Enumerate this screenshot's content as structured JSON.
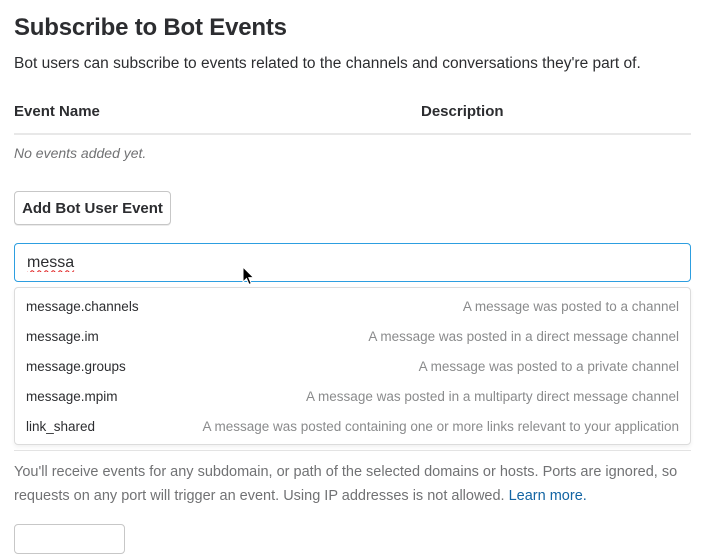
{
  "section": {
    "title": "Subscribe to Bot Events",
    "subtitle": "Bot users can subscribe to events related to the channels and conversations they're part of."
  },
  "events_table": {
    "columns": [
      "Event Name",
      "Description"
    ],
    "empty_message": "No events added yet."
  },
  "add_button_label": "Add Bot User Event",
  "search": {
    "value": "messa",
    "placeholder": ""
  },
  "dropdown": {
    "options": [
      {
        "name": "message.channels",
        "description": "A message was posted to a channel"
      },
      {
        "name": "message.im",
        "description": "A message was posted in a direct message channel"
      },
      {
        "name": "message.groups",
        "description": "A message was posted to a private channel"
      },
      {
        "name": "message.mpim",
        "description": "A message was posted in a multiparty direct message channel"
      },
      {
        "name": "link_shared",
        "description": "A message was posted containing one or more links relevant to your application"
      }
    ]
  },
  "help": {
    "text": "You'll receive events for any subdomain, or path of the selected domains or hosts. Ports are ignored, so requests on any port will trigger an event. Using IP addresses is not allowed. ",
    "link_label": "Learn more."
  },
  "colors": {
    "accent_border": "#2d9ee0",
    "link": "#1264a3",
    "muted_text": "#717274",
    "spellcheck_underline": "#e01e1e"
  },
  "icons": {
    "cursor": "mouse-pointer-icon"
  }
}
